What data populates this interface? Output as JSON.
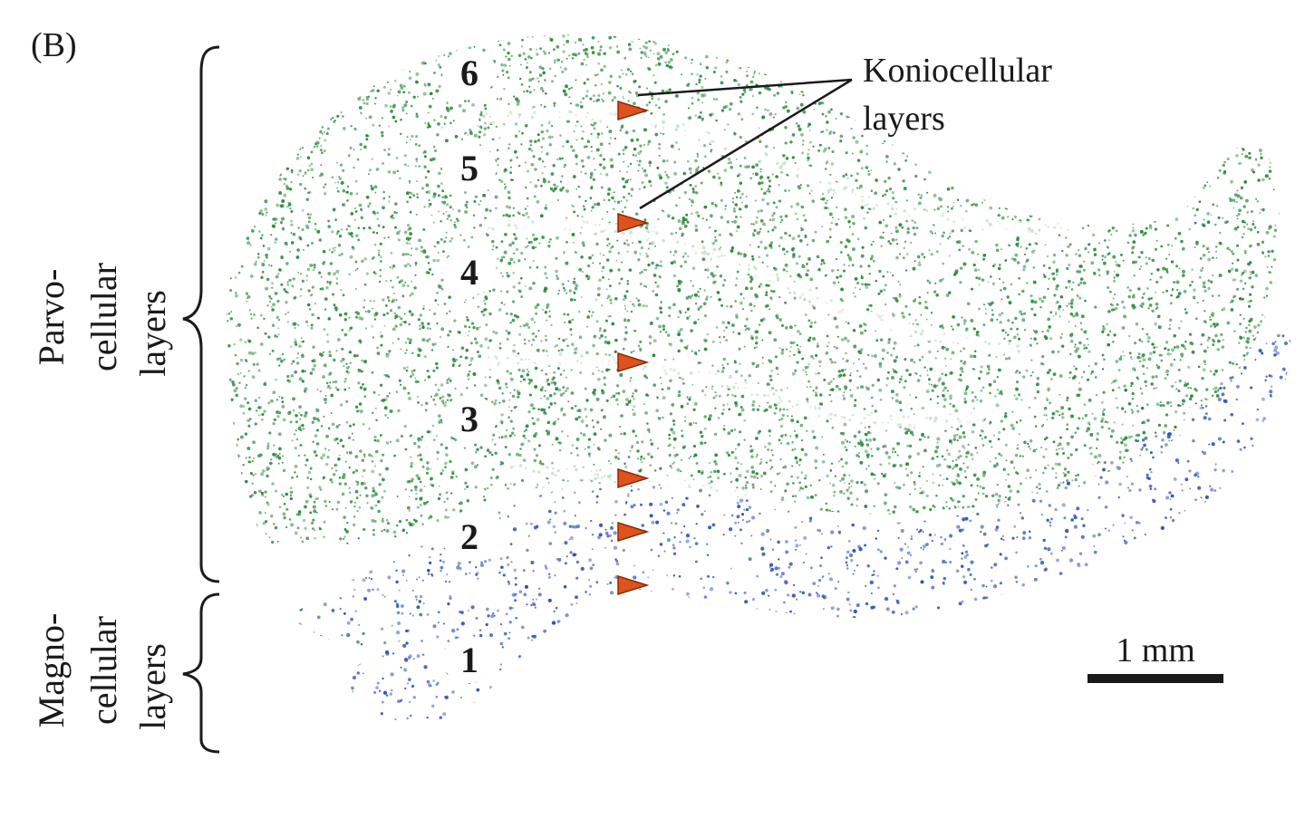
{
  "figure": {
    "panel_label": "(B)",
    "layer_numbers": [
      "6",
      "5",
      "4",
      "3",
      "2",
      "1"
    ],
    "callout": {
      "line1": "Koniocellular",
      "line2": "layers"
    },
    "parvo_label": [
      "Parvo-",
      "cellular",
      "layers"
    ],
    "magno_label": [
      "Magno-",
      "cellular",
      "layers"
    ],
    "scale_bar": "1 mm",
    "colors": {
      "parvocellular": "#2e8b3e",
      "magnocellular": "#2f55b5",
      "koniocellular_marker": "#e0521c",
      "ink": "#1a1a1a"
    }
  }
}
